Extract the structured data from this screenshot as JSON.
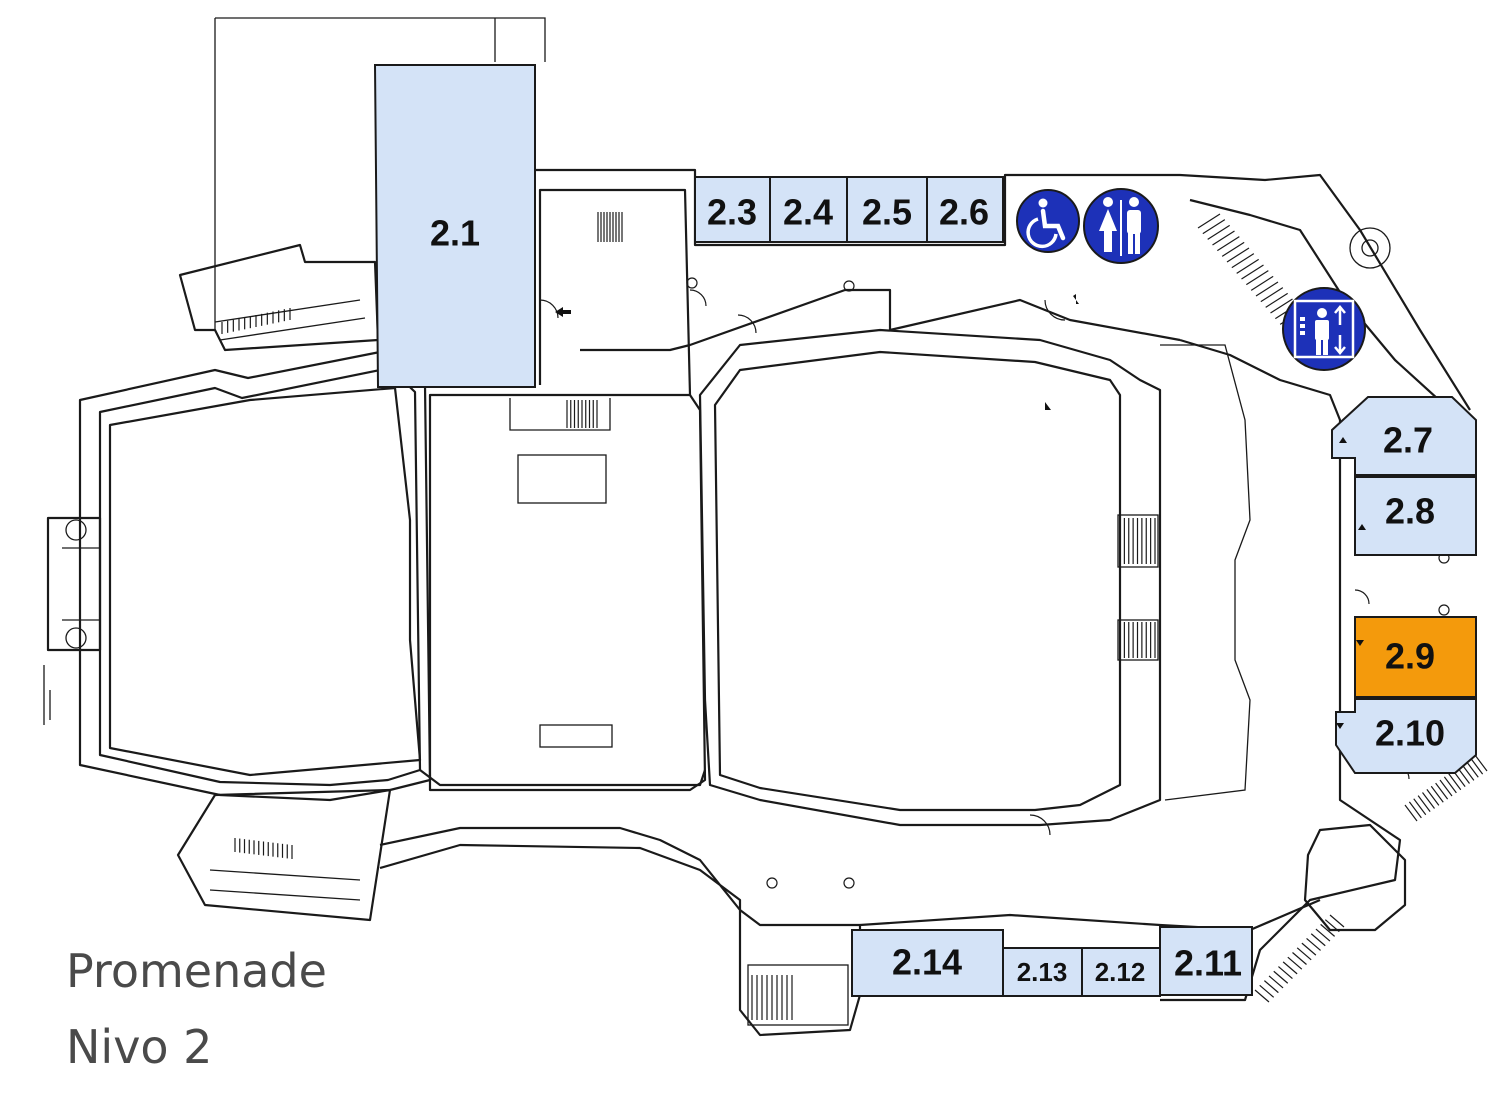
{
  "map": {
    "title_line1": "Promenade",
    "title_line2": "Nivo 2"
  },
  "colors": {
    "room_fill": "#d4e3f7",
    "highlight_fill": "#f49a0c",
    "icon_fill": "#1d31b8"
  },
  "rooms": [
    {
      "id": "2.1",
      "label": "2.1",
      "highlighted": false
    },
    {
      "id": "2.3",
      "label": "2.3",
      "highlighted": false
    },
    {
      "id": "2.4",
      "label": "2.4",
      "highlighted": false
    },
    {
      "id": "2.5",
      "label": "2.5",
      "highlighted": false
    },
    {
      "id": "2.6",
      "label": "2.6",
      "highlighted": false
    },
    {
      "id": "2.7",
      "label": "2.7",
      "highlighted": false
    },
    {
      "id": "2.8",
      "label": "2.8",
      "highlighted": false
    },
    {
      "id": "2.9",
      "label": "2.9",
      "highlighted": true
    },
    {
      "id": "2.10",
      "label": "2.10",
      "highlighted": false
    },
    {
      "id": "2.11",
      "label": "2.11",
      "highlighted": false
    },
    {
      "id": "2.12",
      "label": "2.12",
      "highlighted": false
    },
    {
      "id": "2.13",
      "label": "2.13",
      "highlighted": false
    },
    {
      "id": "2.14",
      "label": "2.14",
      "highlighted": false
    }
  ],
  "icons": [
    {
      "id": "wheelchair",
      "icon": "wheelchair-accessible-icon"
    },
    {
      "id": "toilets",
      "icon": "restroom-icon"
    },
    {
      "id": "elevator",
      "icon": "elevator-icon"
    }
  ]
}
